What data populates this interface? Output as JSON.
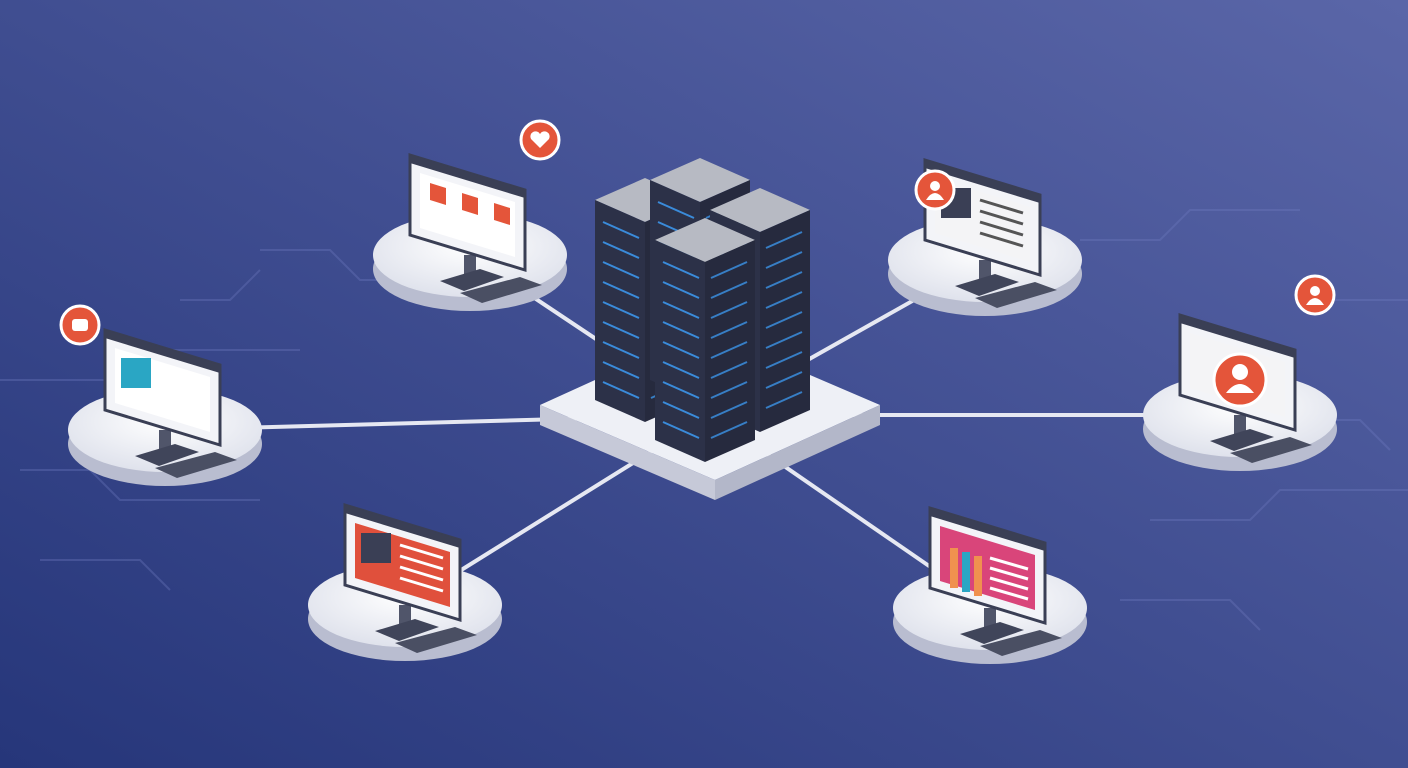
{
  "colors": {
    "background_dark": "#26367a",
    "background_light": "#5a66a8",
    "platform": "#eef0f6",
    "platform_shadow": "#b9bdd0",
    "connector": "#e6e8f2",
    "server_body": "#8d919c",
    "server_top": "#b7bac3",
    "server_light": "#3fa2ff",
    "accent": "#e4553a",
    "pink": "#d9457a",
    "teal": "#2aa6c4",
    "window_frame": "#3a3f55"
  },
  "central_hub": {
    "icon": "server-rack-icon"
  },
  "nodes": [
    {
      "id": "storefront",
      "icon": "storefront-icon",
      "badge": "heart-icon"
    },
    {
      "id": "profile-document",
      "icon": "document-icon",
      "badge": "user-icon"
    },
    {
      "id": "contact-card",
      "icon": "contact-card-icon",
      "badge": "chat-icon"
    },
    {
      "id": "user-account",
      "icon": "user-icon",
      "badge": "user-icon"
    },
    {
      "id": "media-page",
      "icon": "web-page-icon",
      "badge": ""
    },
    {
      "id": "analytics-page",
      "icon": "bar-chart-icon",
      "badge": ""
    }
  ]
}
